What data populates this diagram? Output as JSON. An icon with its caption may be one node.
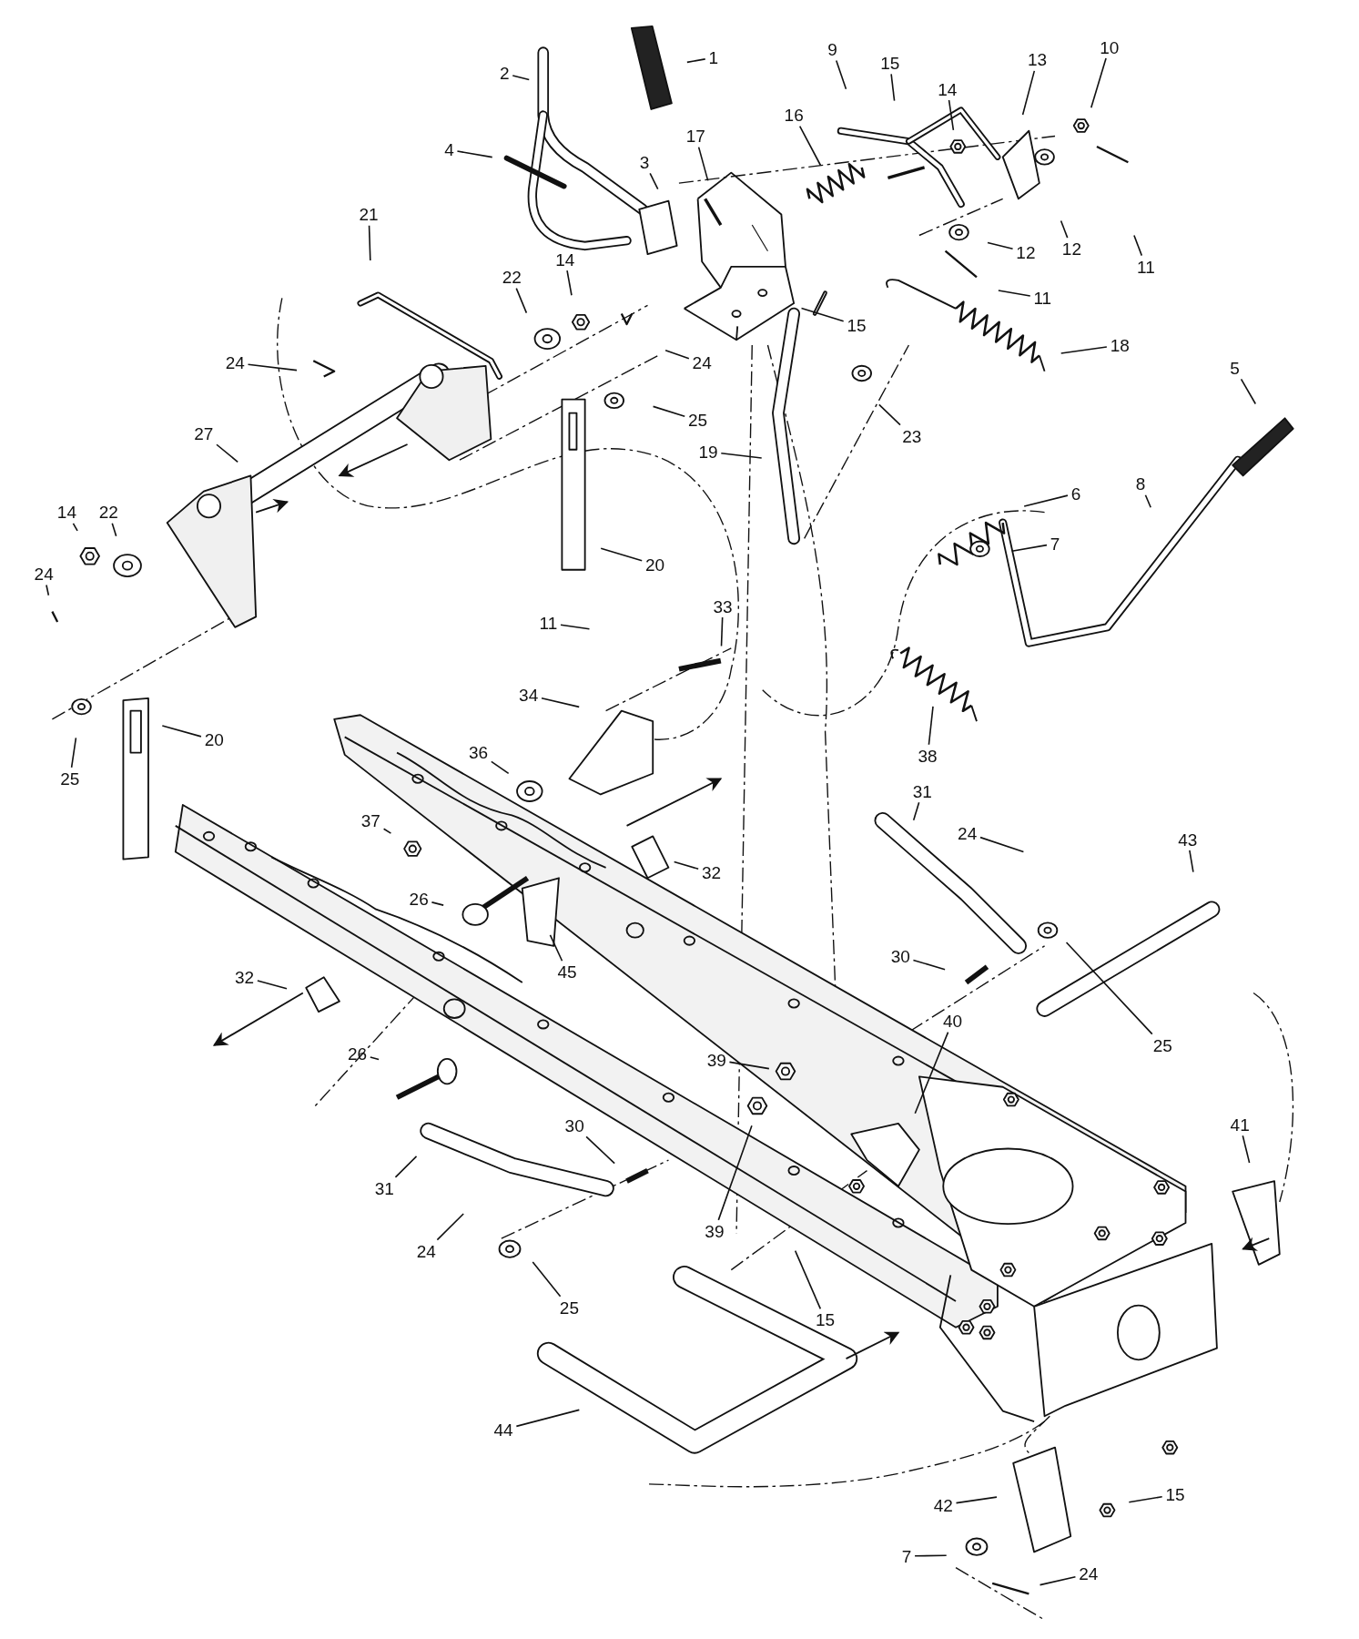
{
  "diagram": {
    "nodes": [
      {
        "text": [
          "1"
        ]
      },
      {
        "text": [
          "2"
        ]
      },
      {
        "text": [
          "9"
        ]
      },
      {
        "text": [
          "15"
        ]
      },
      {
        "text": [
          "13"
        ]
      },
      {
        "text": [
          "10"
        ]
      },
      {
        "text": [
          "14"
        ]
      },
      {
        "text": [
          "4"
        ]
      },
      {
        "text": [
          "17"
        ]
      },
      {
        "text": [
          "16"
        ]
      },
      {
        "text": [
          "3"
        ]
      },
      {
        "text": [
          "12"
        ]
      },
      {
        "text": [
          "12"
        ]
      },
      {
        "text": [
          "11"
        ]
      },
      {
        "text": [
          "11"
        ]
      },
      {
        "text": [
          "21"
        ]
      },
      {
        "text": [
          "22"
        ]
      },
      {
        "text": [
          "14"
        ]
      },
      {
        "text": [
          "15"
        ]
      },
      {
        "text": [
          "18"
        ]
      },
      {
        "text": [
          "24"
        ]
      },
      {
        "text": [
          "24"
        ]
      },
      {
        "text": [
          "25"
        ]
      },
      {
        "text": [
          "5"
        ]
      },
      {
        "text": [
          "27"
        ]
      },
      {
        "text": [
          "19"
        ]
      },
      {
        "text": [
          "23"
        ]
      },
      {
        "text": [
          "6"
        ]
      },
      {
        "text": [
          "8"
        ]
      },
      {
        "text": [
          "20"
        ]
      },
      {
        "text": [
          "7"
        ]
      },
      {
        "text": [
          "14"
        ]
      },
      {
        "text": [
          "22"
        ]
      },
      {
        "text": [
          "24"
        ]
      },
      {
        "text": [
          "11"
        ]
      },
      {
        "text": [
          "33"
        ]
      },
      {
        "text": [
          "34"
        ]
      },
      {
        "text": [
          "20"
        ]
      },
      {
        "text": [
          "25"
        ]
      },
      {
        "text": [
          "36"
        ]
      },
      {
        "text": [
          "38"
        ]
      },
      {
        "text": [
          "31"
        ]
      },
      {
        "text": [
          "24"
        ]
      },
      {
        "text": [
          "43"
        ]
      },
      {
        "text": [
          "37"
        ]
      },
      {
        "text": [
          "32"
        ]
      },
      {
        "text": [
          "26"
        ]
      },
      {
        "text": [
          "45"
        ]
      },
      {
        "text": [
          "30"
        ]
      },
      {
        "text": [
          "25"
        ]
      },
      {
        "text": [
          "32"
        ]
      },
      {
        "text": [
          "40"
        ]
      },
      {
        "text": [
          "26"
        ]
      },
      {
        "text": [
          "39"
        ]
      },
      {
        "text": [
          "30"
        ]
      },
      {
        "text": [
          "31"
        ]
      },
      {
        "text": [
          "39"
        ]
      },
      {
        "text": [
          "41"
        ]
      },
      {
        "text": [
          "24"
        ]
      },
      {
        "text": [
          "25"
        ]
      },
      {
        "text": [
          "15"
        ]
      },
      {
        "text": [
          "44"
        ]
      },
      {
        "text": [
          "42"
        ]
      },
      {
        "text": [
          "15"
        ]
      },
      {
        "text": [
          "7"
        ]
      },
      {
        "text": [
          "24"
        ]
      }
    ],
    "edges": [
      {
        "from": 0,
        "to": null,
        "arrow": "none"
      },
      {
        "from": 1,
        "to": null,
        "arrow": "none"
      },
      {
        "from": 2,
        "to": null,
        "arrow": "none"
      },
      {
        "from": 3,
        "to": null,
        "arrow": "none"
      },
      {
        "from": 4,
        "to": null,
        "arrow": "none"
      },
      {
        "from": 5,
        "to": null,
        "arrow": "none"
      },
      {
        "from": 6,
        "to": null,
        "arrow": "none"
      },
      {
        "from": 7,
        "to": null,
        "arrow": "none"
      },
      {
        "from": 8,
        "to": null,
        "arrow": "none"
      },
      {
        "from": 9,
        "to": null,
        "arrow": "none"
      },
      {
        "from": 10,
        "to": null,
        "arrow": "none"
      },
      {
        "from": 11,
        "to": null,
        "arrow": "none"
      },
      {
        "from": 12,
        "to": null,
        "arrow": "none"
      },
      {
        "from": 13,
        "to": null,
        "arrow": "none"
      },
      {
        "from": 14,
        "to": null,
        "arrow": "none"
      },
      {
        "from": 15,
        "to": null,
        "arrow": "none"
      },
      {
        "from": 16,
        "to": null,
        "arrow": "none"
      },
      {
        "from": 17,
        "to": null,
        "arrow": "none"
      },
      {
        "from": 18,
        "to": null,
        "arrow": "none"
      },
      {
        "from": 19,
        "to": null,
        "arrow": "none"
      },
      {
        "from": 20,
        "to": null,
        "arrow": "none"
      },
      {
        "from": 21,
        "to": null,
        "arrow": "none"
      },
      {
        "from": 22,
        "to": null,
        "arrow": "none"
      },
      {
        "from": 23,
        "to": null,
        "arrow": "none"
      },
      {
        "from": 24,
        "to": null,
        "arrow": "none"
      },
      {
        "from": 25,
        "to": null,
        "arrow": "none"
      },
      {
        "from": 26,
        "to": null,
        "arrow": "none"
      },
      {
        "from": 27,
        "to": null,
        "arrow": "none"
      },
      {
        "from": 28,
        "to": null,
        "arrow": "none"
      },
      {
        "from": 29,
        "to": null,
        "arrow": "none"
      },
      {
        "from": 30,
        "to": null,
        "arrow": "none"
      },
      {
        "from": 31,
        "to": null,
        "arrow": "none"
      },
      {
        "from": 32,
        "to": null,
        "arrow": "none"
      },
      {
        "from": 33,
        "to": null,
        "arrow": "none"
      },
      {
        "from": 34,
        "to": null,
        "arrow": "none"
      },
      {
        "from": 35,
        "to": null,
        "arrow": "none"
      },
      {
        "from": 36,
        "to": null,
        "arrow": "none"
      },
      {
        "from": 37,
        "to": null,
        "arrow": "none"
      },
      {
        "from": 38,
        "to": null,
        "arrow": "none"
      },
      {
        "from": 39,
        "to": null,
        "arrow": "none"
      },
      {
        "from": 40,
        "to": null,
        "arrow": "none"
      },
      {
        "from": 41,
        "to": null,
        "arrow": "none"
      },
      {
        "from": 42,
        "to": null,
        "arrow": "none"
      },
      {
        "from": 43,
        "to": null,
        "arrow": "none"
      },
      {
        "from": 44,
        "to": null,
        "arrow": "none"
      },
      {
        "from": 45,
        "to": null,
        "arrow": "none"
      },
      {
        "from": 46,
        "to": null,
        "arrow": "none"
      },
      {
        "from": 47,
        "to": null,
        "arrow": "none"
      },
      {
        "from": 48,
        "to": null,
        "arrow": "none"
      },
      {
        "from": 49,
        "to": null,
        "arrow": "none"
      },
      {
        "from": 50,
        "to": null,
        "arrow": "none"
      },
      {
        "from": 51,
        "to": null,
        "arrow": "none"
      },
      {
        "from": 52,
        "to": null,
        "arrow": "none"
      },
      {
        "from": 53,
        "to": null,
        "arrow": "none"
      },
      {
        "from": 54,
        "to": null,
        "arrow": "none"
      },
      {
        "from": 55,
        "to": null,
        "arrow": "none"
      },
      {
        "from": 56,
        "to": null,
        "arrow": "none"
      },
      {
        "from": 57,
        "to": null,
        "arrow": "none"
      },
      {
        "from": 58,
        "to": null,
        "arrow": "none"
      },
      {
        "from": 59,
        "to": null,
        "arrow": "none"
      },
      {
        "from": 60,
        "to": null,
        "arrow": "none"
      },
      {
        "from": 61,
        "to": null,
        "arrow": "none"
      },
      {
        "from": 62,
        "to": null,
        "arrow": "none"
      },
      {
        "from": 63,
        "to": null,
        "arrow": "none"
      },
      {
        "from": 64,
        "to": null,
        "arrow": "none"
      },
      {
        "from": 65,
        "to": null,
        "arrow": "none"
      }
    ]
  }
}
